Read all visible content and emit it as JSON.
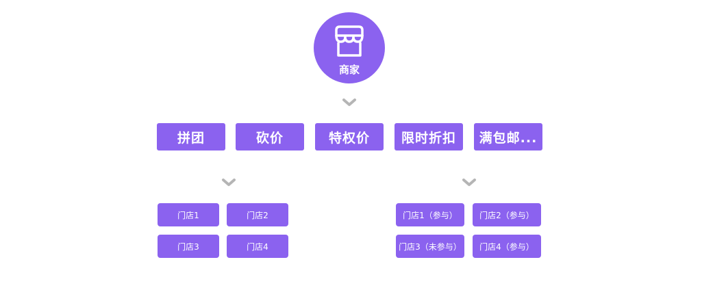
{
  "merchant": {
    "label": "商家",
    "icon": "store-icon"
  },
  "promotions": [
    {
      "label": "拼团"
    },
    {
      "label": "砍价"
    },
    {
      "label": "特权价"
    },
    {
      "label": "限时折扣"
    },
    {
      "label": "满包邮..."
    }
  ],
  "left_group": {
    "stores": [
      {
        "label": "门店1"
      },
      {
        "label": "门店2"
      },
      {
        "label": "门店3"
      },
      {
        "label": "门店4"
      }
    ]
  },
  "right_group": {
    "stores": [
      {
        "label": "门店1（参与）"
      },
      {
        "label": "门店2（参与）"
      },
      {
        "label": "门店3（未参与）"
      },
      {
        "label": "门店4（参与）"
      }
    ]
  },
  "colors": {
    "accent": "#8b62ef",
    "chevron": "#b5b5b5",
    "text": "#ffffff"
  }
}
